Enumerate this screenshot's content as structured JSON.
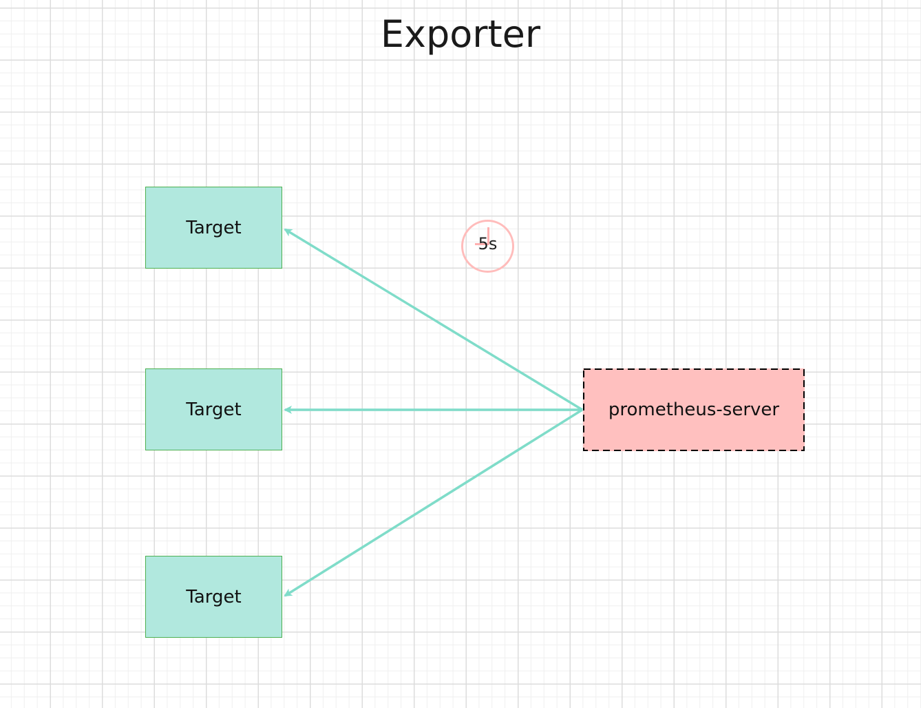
{
  "title": "Exporter",
  "targets": [
    {
      "label": "Target"
    },
    {
      "label": "Target"
    },
    {
      "label": "Target"
    }
  ],
  "server": {
    "label": "prometheus-server"
  },
  "timer": {
    "label": "5s"
  },
  "colors": {
    "target_fill": "#b1e8de",
    "target_border": "#4caf50",
    "server_fill": "#ffc0bf",
    "server_border": "#000000",
    "arrow": "#7fdcc9",
    "timer": "#ffbcbb"
  },
  "icons": {
    "timer": "clock-icon"
  }
}
